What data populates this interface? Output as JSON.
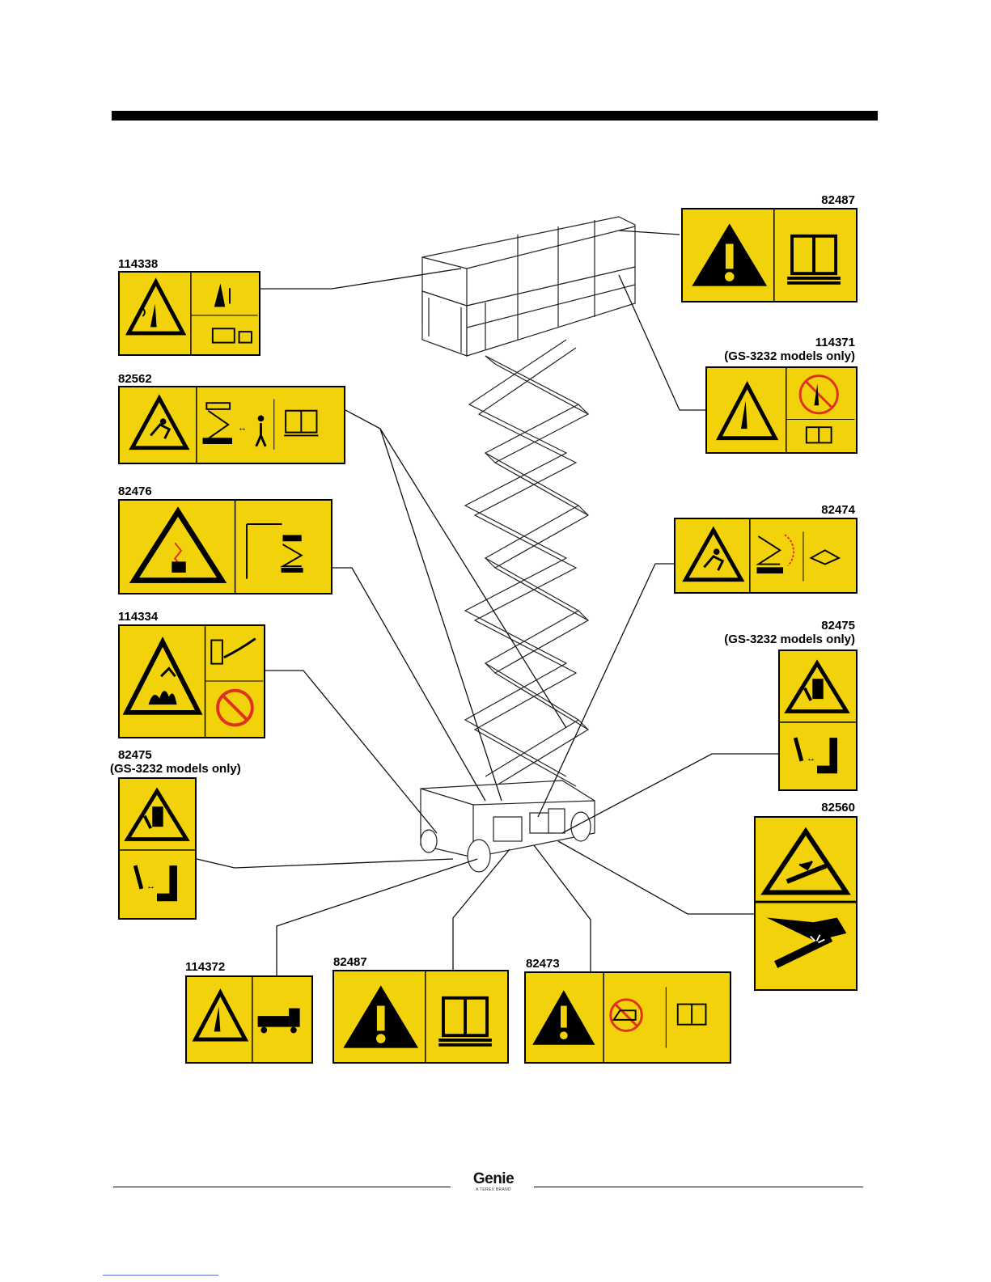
{
  "decals": {
    "d114338": {
      "code": "114338"
    },
    "d82562": {
      "code": "82562"
    },
    "d82476": {
      "code": "82476"
    },
    "d114334": {
      "code": "114334"
    },
    "d82475_left": {
      "code": "82475",
      "note": "(GS-3232 models only)"
    },
    "d114372": {
      "code": "114372"
    },
    "d82487_bottom": {
      "code": "82487"
    },
    "d82473": {
      "code": "82473"
    },
    "d82487_top": {
      "code": "82487"
    },
    "d114371": {
      "code": "114371",
      "note": "(GS-3232 models only)"
    },
    "d82474": {
      "code": "82474"
    },
    "d82475_right": {
      "code": "82475",
      "note": "(GS-3232 models only)"
    },
    "d82560": {
      "code": "82560"
    }
  },
  "footer": {
    "logo_text": "Genie",
    "logo_tagline": "A TEREX BRAND"
  },
  "colors": {
    "decal_yellow": "#f2d20a",
    "prohibit_red": "#e03020",
    "ink": "#000000"
  },
  "icons": [
    "warning-triangle-icon",
    "manual-book-icon",
    "tipover-icon",
    "fall-hazard-icon",
    "electrocution-icon",
    "crush-hazard-icon",
    "explosion-icon",
    "prohibit-icon",
    "foot-crush-icon",
    "fire-icon"
  ]
}
